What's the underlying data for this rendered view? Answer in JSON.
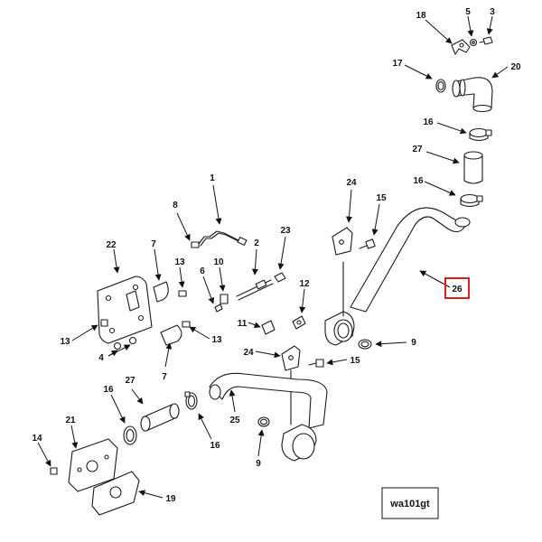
{
  "diagram": {
    "figure_code": "wa101gt",
    "highlighted_callout": "26",
    "callouts": {
      "c18": "18",
      "c5": "5",
      "c3": "3",
      "c17": "17",
      "c20": "20",
      "c16a": "16",
      "c27a": "27",
      "c16b": "16",
      "c24a": "24",
      "c15a": "15",
      "c1": "1",
      "c8": "8",
      "c2": "2",
      "c23": "23",
      "c22": "22",
      "c7a": "7",
      "c13a": "13",
      "c10": "10",
      "c6": "6",
      "c12": "12",
      "c11": "11",
      "c26": "26",
      "c9a": "9",
      "c13b": "13",
      "c4": "4",
      "c13c": "13",
      "c7b": "7",
      "c24b": "24",
      "c15b": "15",
      "c27b": "27",
      "c16c": "16",
      "c25": "25",
      "c16d": "16",
      "c21": "21",
      "c9b": "9",
      "c14": "14",
      "c19": "19"
    }
  }
}
